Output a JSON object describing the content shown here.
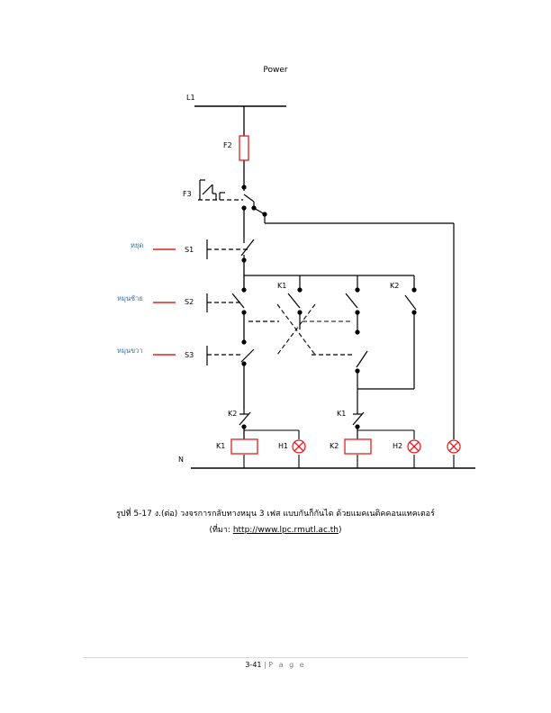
{
  "diagram": {
    "title": "Power",
    "labels": {
      "L1": "L1",
      "N": "N",
      "F2": "F2",
      "F3": "F3",
      "S1": "S1",
      "S2": "S2",
      "S3": "S3",
      "K1_top": "K1",
      "K2_top": "K2",
      "K2_inter": "K2",
      "K1_inter": "K1",
      "K1_coil": "K1",
      "H1": "H1",
      "K2_coil": "K2",
      "H2": "H2"
    },
    "side_labels": {
      "stop": "หยุด",
      "left": "หมุนซ้าย",
      "right": "หมุนขวา"
    },
    "colors": {
      "line": "#000000",
      "component": "#e02020",
      "label_blue": "#2e74b5"
    }
  },
  "caption": {
    "line1": "รูปที่ 5-17 ง.(ต่อ) วงจรการกลับทางหมุน 3 เฟส แบบกันก็กันได ด้วยแมคเนติคคอนแทคเตอร์",
    "line2_prefix": "(ที่มา: ",
    "line2_url": "http://www.lpc.rmutl.ac.th",
    "line2_suffix": ")"
  },
  "footer": {
    "page_number": "3-41",
    "separator": "|",
    "page_word": "P a g e"
  }
}
